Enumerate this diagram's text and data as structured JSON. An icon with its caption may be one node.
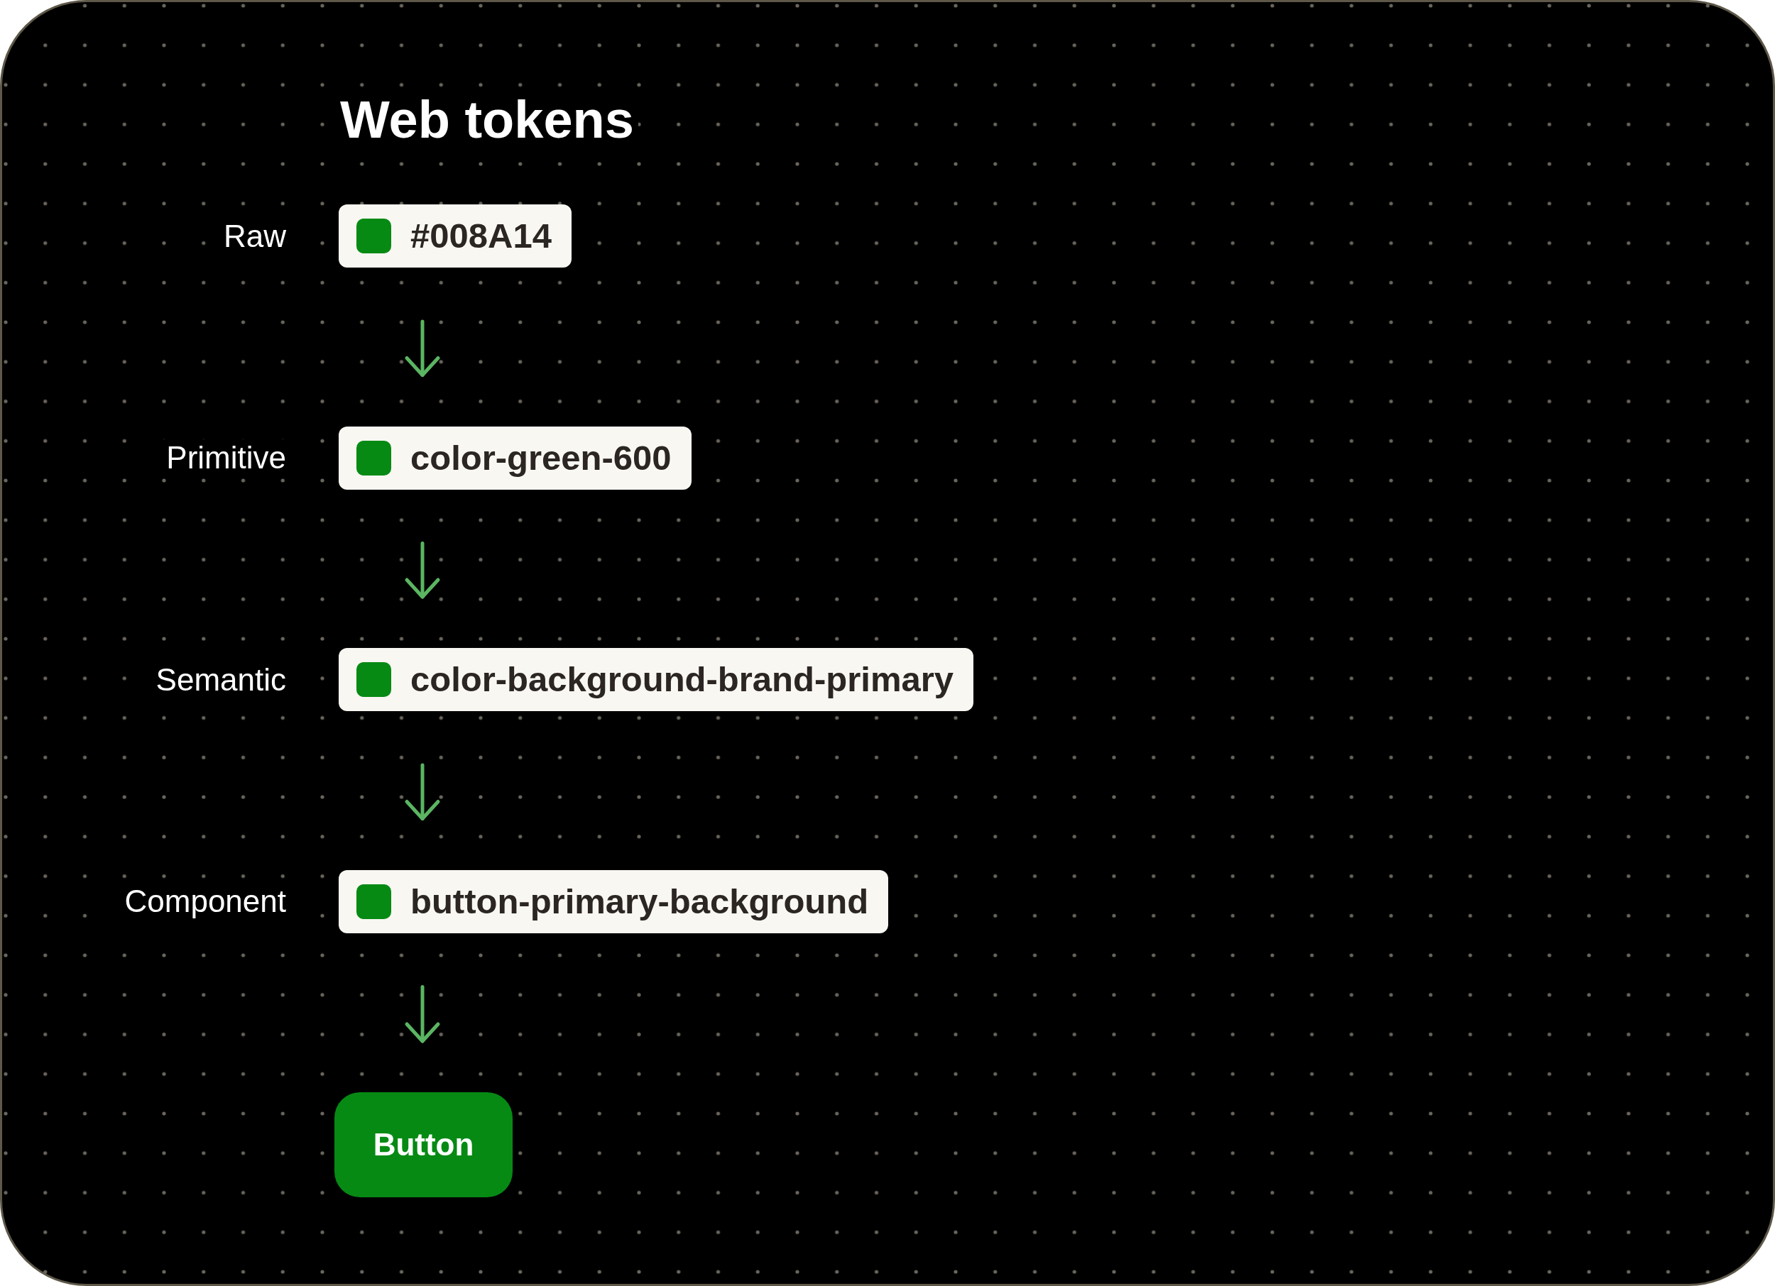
{
  "diagram": {
    "title": "Web tokens",
    "nodes": [
      {
        "text": [
          "#008A14"
        ],
        "beside": [
          "Raw"
        ]
      },
      {
        "text": [
          "color-green-600"
        ],
        "beside": [
          "Primitive"
        ]
      },
      {
        "text": [
          "color-background-brand-primary"
        ],
        "beside": [
          "Semantic"
        ]
      },
      {
        "text": [
          "button-primary-background"
        ],
        "beside": [
          "Component"
        ]
      },
      {
        "text": [
          "Button"
        ]
      }
    ],
    "edges": [
      {
        "from": 0,
        "to": 1,
        "arrow": "to"
      },
      {
        "from": 1,
        "to": 2,
        "arrow": "to"
      },
      {
        "from": 2,
        "to": 3,
        "arrow": "to"
      },
      {
        "from": 3,
        "to": 4,
        "arrow": "to"
      }
    ]
  }
}
